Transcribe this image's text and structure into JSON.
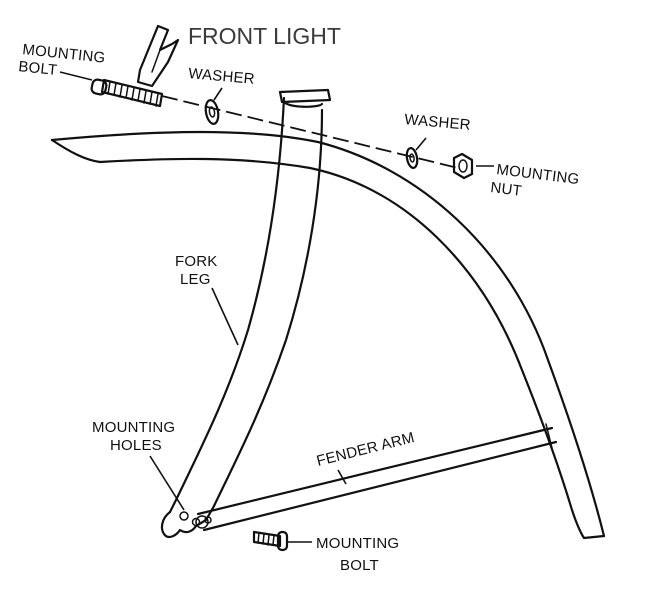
{
  "labels": {
    "front_light": "FRONT LIGHT",
    "mounting_bolt_top_line1": "MOUNTING",
    "mounting_bolt_top_line2": "BOLT",
    "washer_left": "WASHER",
    "washer_right": "WASHER",
    "mounting_nut_line1": "MOUNTING",
    "mounting_nut_line2": "NUT",
    "fork_leg_line1": "FORK",
    "fork_leg_line2": "LEG",
    "mounting_holes_line1": "MOUNTING",
    "mounting_holes_line2": "HOLES",
    "fender_arm": "FENDER ARM",
    "mounting_bolt_bottom_line1": "MOUNTING",
    "mounting_bolt_bottom_line2": "BOLT"
  }
}
